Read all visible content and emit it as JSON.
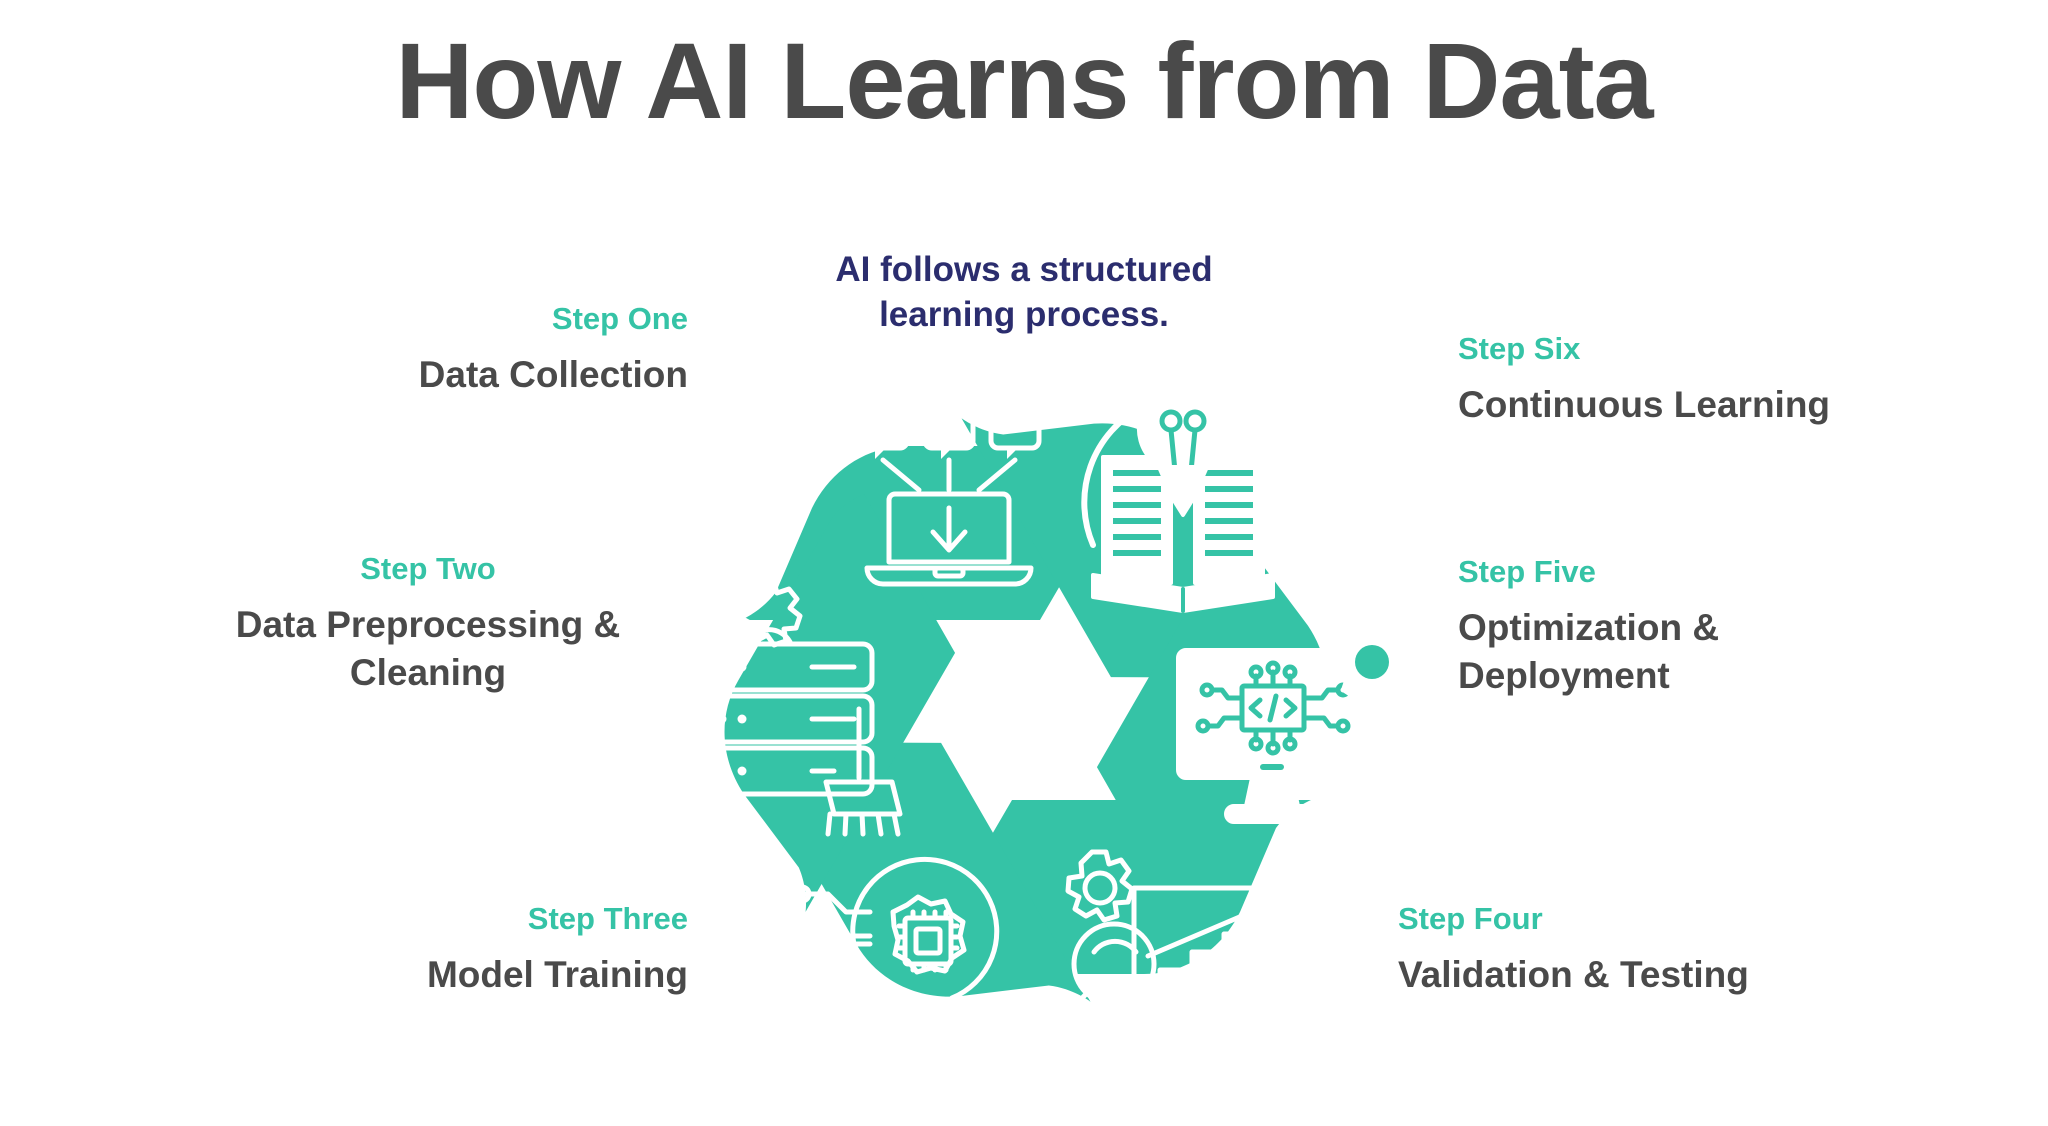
{
  "page": {
    "title": "How AI Learns from Data",
    "background_color": "#ffffff"
  },
  "colors": {
    "teal": "#35c3a6",
    "navy": "#2b2d6e",
    "dark_gray": "#4a4a4a",
    "white": "#ffffff"
  },
  "center": {
    "subtitle": "AI follows a structured learning process."
  },
  "diagram": {
    "type": "hexagonal-cycle",
    "segment_count": 6,
    "segment_color": "#35c3a6",
    "icon_color": "#ffffff"
  },
  "steps": [
    {
      "kicker": "Step One",
      "title": "Data Collection",
      "icon": "documents-to-laptop-download-icon",
      "position": "top-left"
    },
    {
      "kicker": "Step Two",
      "title": "Data Preprocessing & Cleaning",
      "icon": "database-gear-broom-icon",
      "position": "left"
    },
    {
      "kicker": "Step Three",
      "title": "Model Training",
      "icon": "head-chip-circuit-icon",
      "position": "bottom-left"
    },
    {
      "kicker": "Step Four",
      "title": "Validation & Testing",
      "icon": "chart-monitor-magnifier-gear-icon",
      "position": "bottom-right"
    },
    {
      "kicker": "Step Five",
      "title": "Optimization & Deployment",
      "icon": "monitor-code-chip-gear-icon",
      "position": "right"
    },
    {
      "kicker": "Step Six",
      "title": "Continuous Learning",
      "icon": "book-lightbulb-refresh-icon",
      "position": "top-right"
    }
  ]
}
